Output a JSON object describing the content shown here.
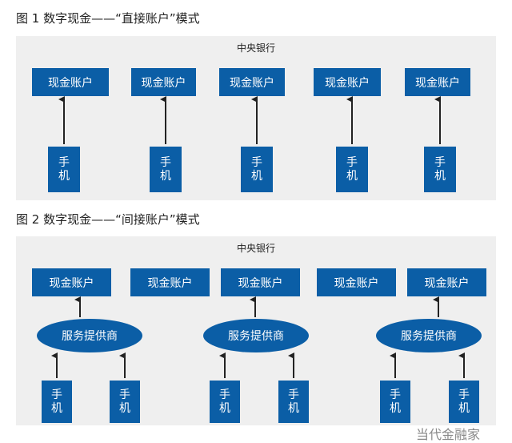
{
  "fig1": {
    "title": "图 1  数字现金——“直接账户”模式",
    "bank": "中央银行",
    "account": "现金账户",
    "phone_line1": "手",
    "phone_line2": "机"
  },
  "fig2": {
    "title": "图 2  数字现金——“间接账户”模式",
    "bank": "中央银行",
    "account": "现金账户",
    "provider": "服务提供商",
    "phone_line1": "手",
    "phone_line2": "机"
  },
  "watermark": "当代金融家",
  "colors": {
    "box": "#0b5ea6",
    "panel": "#efefef"
  }
}
